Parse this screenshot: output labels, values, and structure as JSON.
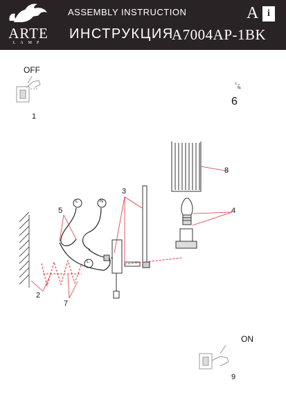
{
  "header": {
    "brand": "ARTE",
    "brand_sub": "LAMP",
    "title_en": "ASSEMBLY INSTRUCTION",
    "title_ru": "ИНСТРУКЦИЯ",
    "model": "A7004AP-1BK",
    "badge_letter": "A",
    "badge_icon_letter": "i"
  },
  "labels": {
    "off": "OFF",
    "on": "ON",
    "wire_l": "L",
    "wire_n": "N",
    "wire_l2": "L",
    "n_mark": "N",
    "l_mark": "L"
  },
  "steps": [
    "1",
    "2",
    "3",
    "4",
    "5",
    "6",
    "7",
    "8",
    "9"
  ],
  "colors": {
    "header_bg": "#2a2325",
    "accent": "#e0313a"
  }
}
